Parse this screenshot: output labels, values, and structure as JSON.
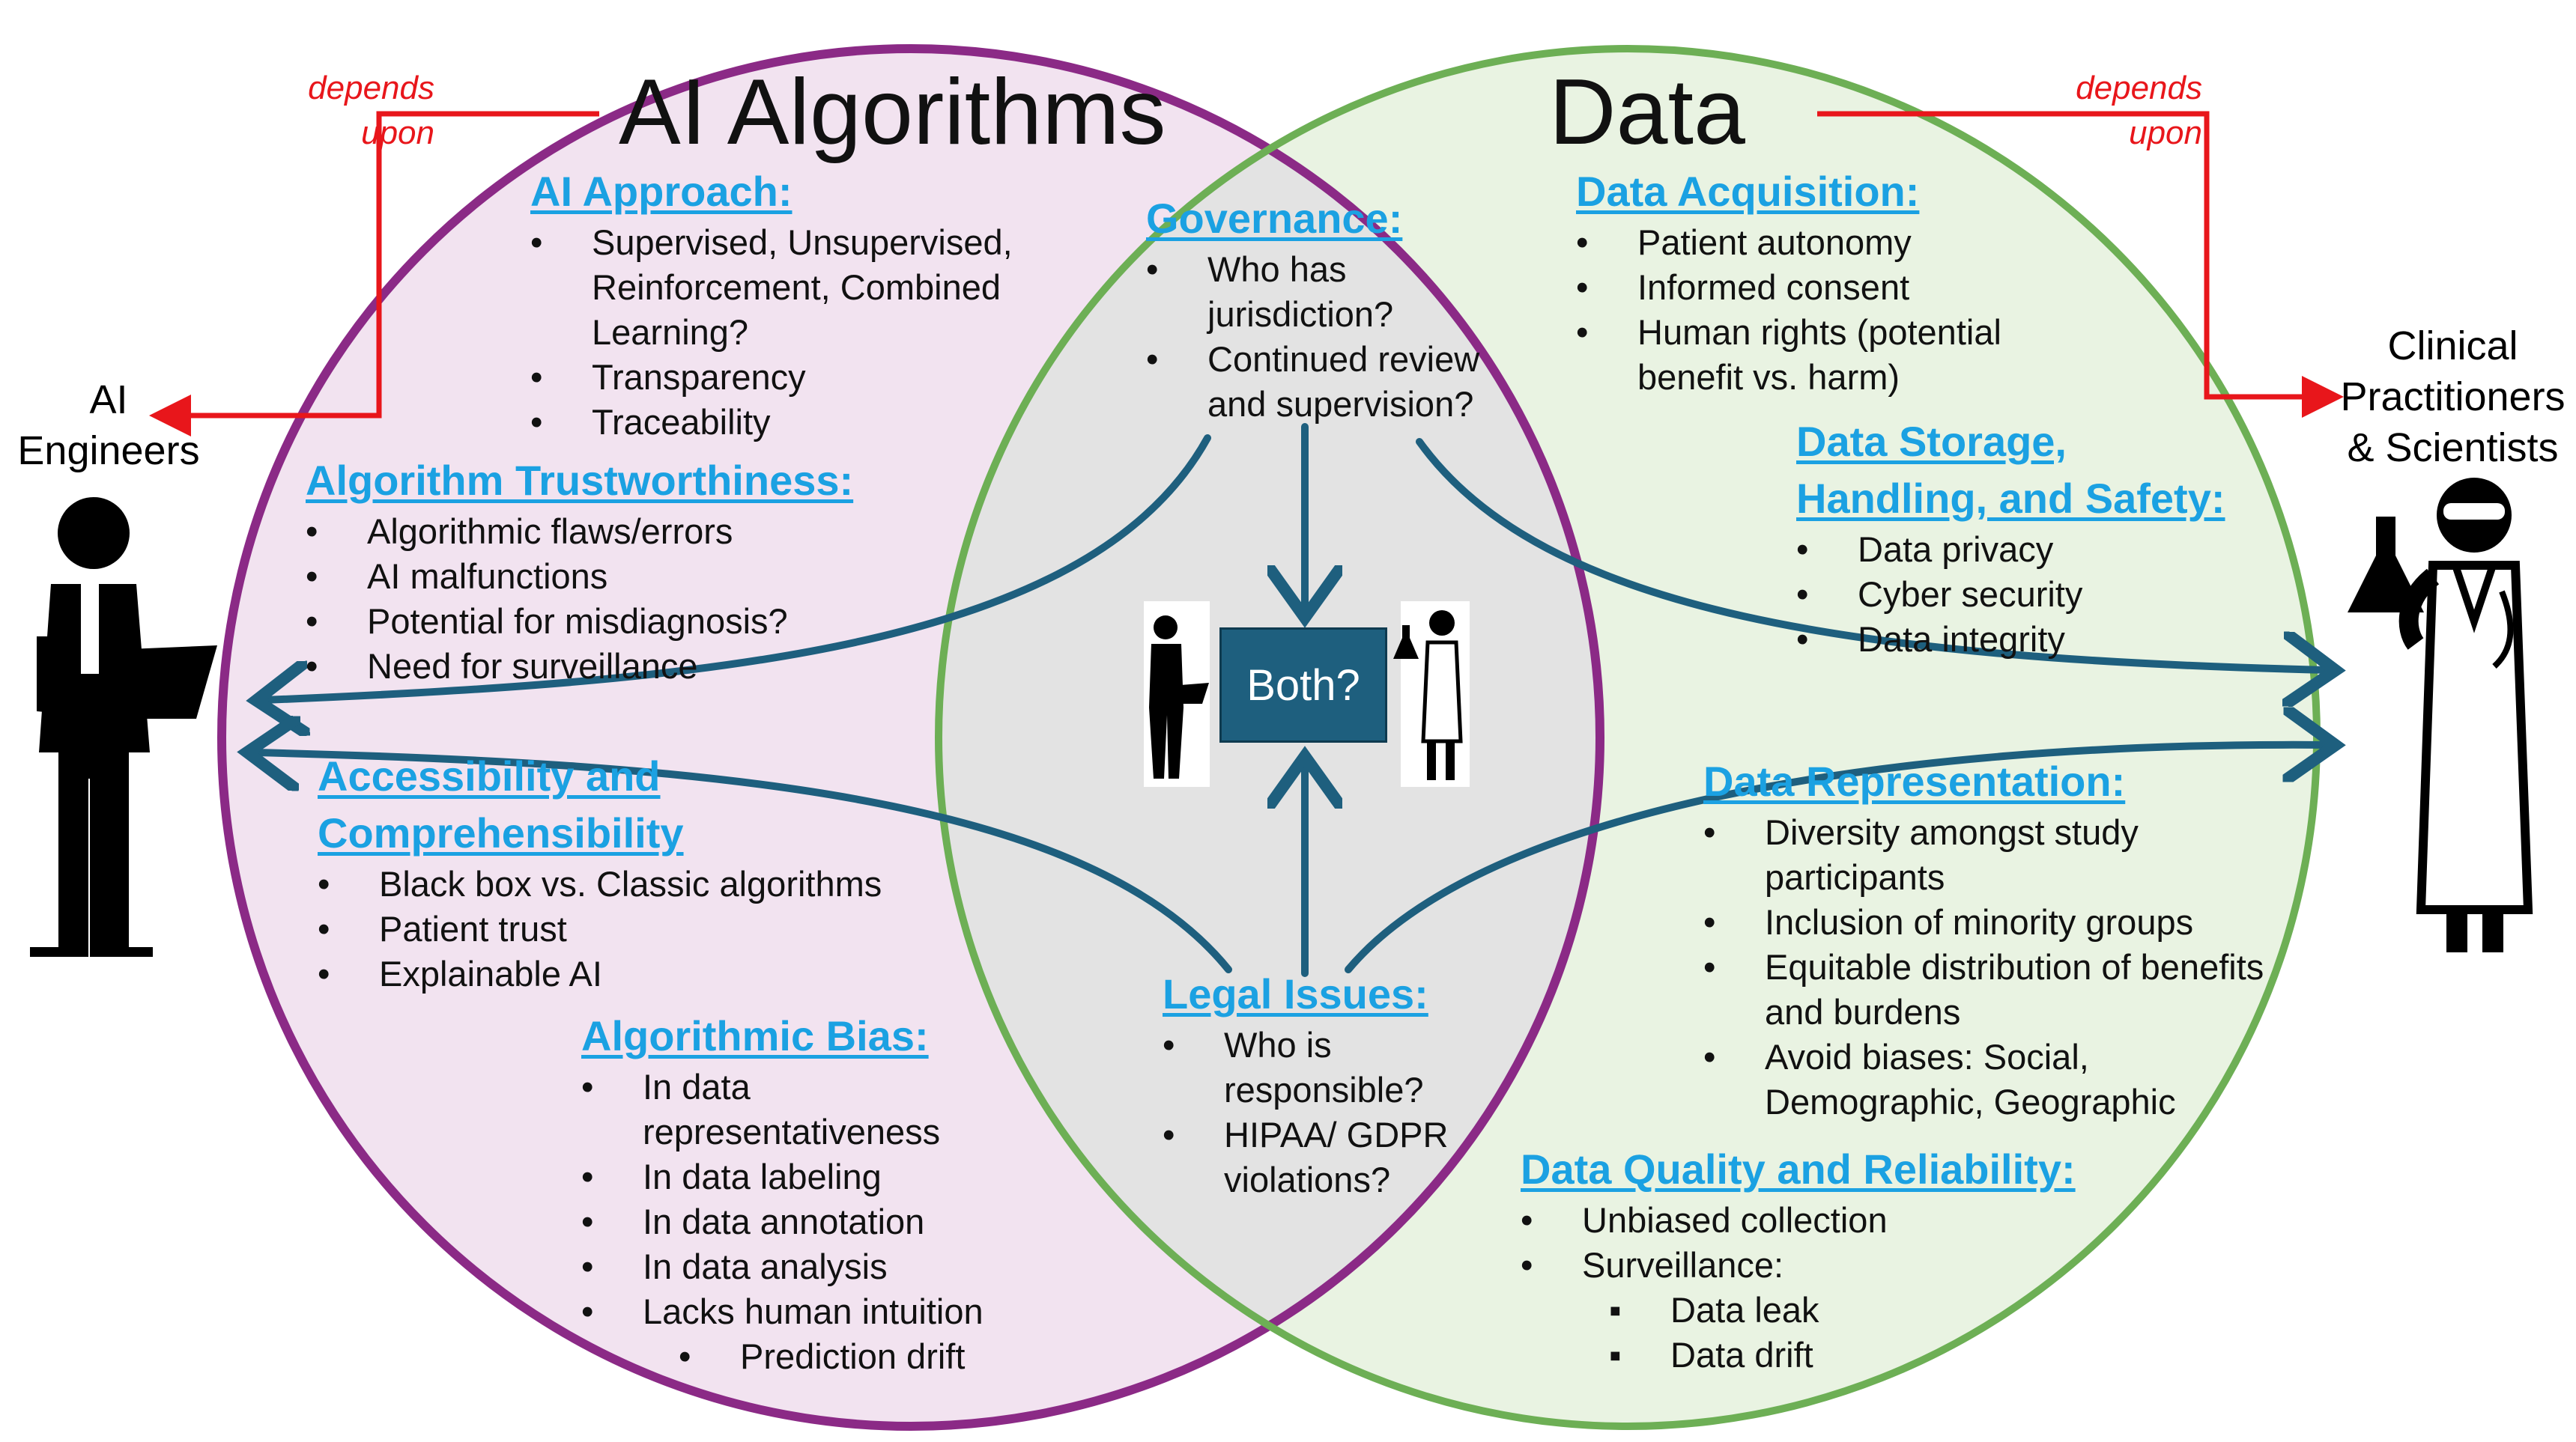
{
  "titles": {
    "left": "AI Algorithms",
    "right": "Data"
  },
  "depends": {
    "left": [
      "depends",
      "upon"
    ],
    "right": [
      "depends",
      "upon"
    ]
  },
  "actors": {
    "left": [
      "AI",
      "Engineers"
    ],
    "right": [
      "Clinical",
      "Practitioners",
      "& Scientists"
    ]
  },
  "center": {
    "both": "Both?"
  },
  "sections": {
    "ai_approach": {
      "heading": "AI Approach:",
      "items": [
        "Supervised, Unsupervised, Reinforcement, Combined Learning?",
        "Transparency",
        "Traceability"
      ]
    },
    "algorithm_trust": {
      "heading": "Algorithm Trustworthiness:",
      "items": [
        "Algorithmic flaws/errors",
        "AI malfunctions",
        "Potential for misdiagnosis?",
        "Need for surveillance"
      ]
    },
    "accessibility": {
      "heading": [
        "Accessibility and",
        "Comprehensibility"
      ],
      "items": [
        "Black box vs. Classic algorithms",
        "Patient trust",
        "Explainable AI"
      ]
    },
    "algorithmic_bias": {
      "heading": "Algorithmic Bias:",
      "items": [
        "In data",
        "representativeness",
        "In data labeling",
        "In data annotation",
        "In data analysis",
        "Lacks human intuition"
      ],
      "subitem": "Prediction drift"
    },
    "governance": {
      "heading": "Governance:",
      "items": [
        "Who has jurisdiction?",
        "Continued review and supervision?"
      ]
    },
    "legal": {
      "heading": "Legal Issues:",
      "items": [
        "Who is responsible?",
        "HIPAA/ GDPR violations?"
      ]
    },
    "data_acquisition": {
      "heading": "Data Acquisition:",
      "items": [
        "Patient autonomy",
        "Informed consent",
        "Human rights (potential benefit vs. harm)"
      ]
    },
    "data_storage": {
      "heading": [
        "Data Storage,",
        "Handling, and Safety:"
      ],
      "items": [
        "Data privacy",
        "Cyber security",
        "Data integrity"
      ]
    },
    "data_representation": {
      "heading": "Data Representation:",
      "items": [
        "Diversity amongst study participants",
        "Inclusion of minority groups",
        "Equitable distribution of benefits and burdens",
        "Avoid biases: Social, Demographic, Geographic"
      ]
    },
    "data_quality": {
      "heading": "Data Quality and Reliability:",
      "items": [
        "Unbiased collection",
        "Surveillance:"
      ],
      "subitems": [
        "Data leak",
        "Data drift"
      ]
    }
  },
  "colors": {
    "heading": "#1BA1E2",
    "arrow": "#1E5F7E",
    "red": "#E8161B",
    "left_circle_fill": "#F2E3F0",
    "left_circle_stroke": "#8B2A86",
    "right_circle_fill": "#E9F3E2",
    "right_circle_stroke": "#6DAF55",
    "overlap": "#E3E3E3"
  }
}
